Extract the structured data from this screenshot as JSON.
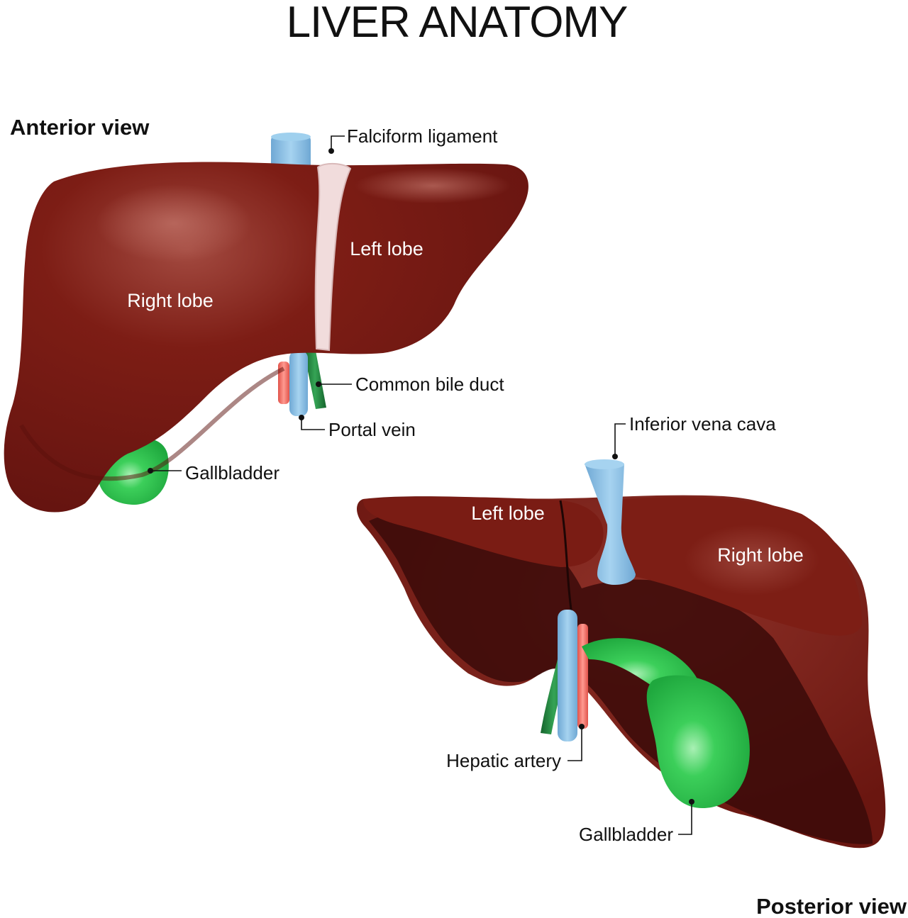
{
  "title": "LIVER ANATOMY",
  "anterior": {
    "view_label": "Anterior view",
    "right_lobe": "Right lobe",
    "left_lobe": "Left lobe",
    "falciform_ligament": "Falciform ligament",
    "common_bile_duct": "Common bile duct",
    "portal_vein": "Portal vein",
    "gallbladder": "Gallbladder"
  },
  "posterior": {
    "view_label": "Posterior view",
    "left_lobe": "Left lobe",
    "right_lobe": "Right lobe",
    "inferior_vena_cava": "Inferior vena cava",
    "hepatic_artery": "Hepatic artery",
    "gallbladder": "Gallbladder"
  },
  "colors": {
    "liver": "#7a1a12",
    "liver_dark": "#3c0c0a",
    "ligament": "#f2dede",
    "vein": "#8fc3e6",
    "artery": "#f07a70",
    "bile_duct": "#1f7a3a",
    "gallbladder": "#2fbf4f"
  }
}
